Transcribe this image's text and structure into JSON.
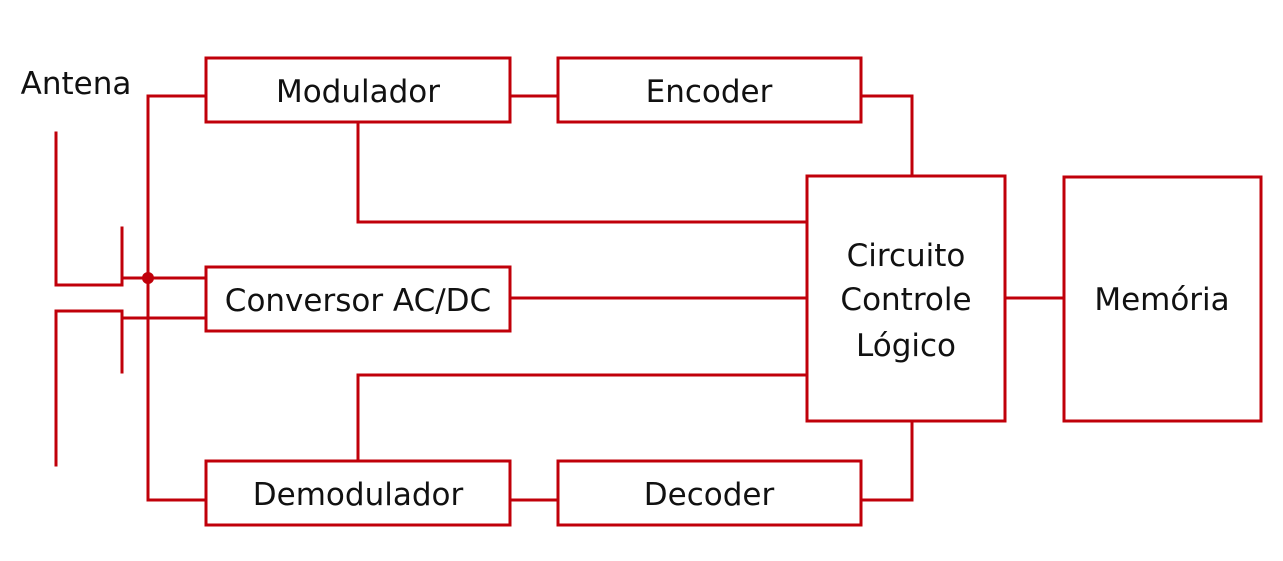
{
  "colors": {
    "line": "#c0000a",
    "text": "#111111",
    "background": "#ffffff"
  },
  "antenna": {
    "label": "Antena"
  },
  "blocks": {
    "modulador": "Modulador",
    "encoder": "Encoder",
    "conversor": "Conversor AC/DC",
    "controle": [
      "Circuito",
      "Controle",
      "Lógico"
    ],
    "memoria": "Memória",
    "demodulador": "Demodulador",
    "decoder": "Decoder"
  }
}
